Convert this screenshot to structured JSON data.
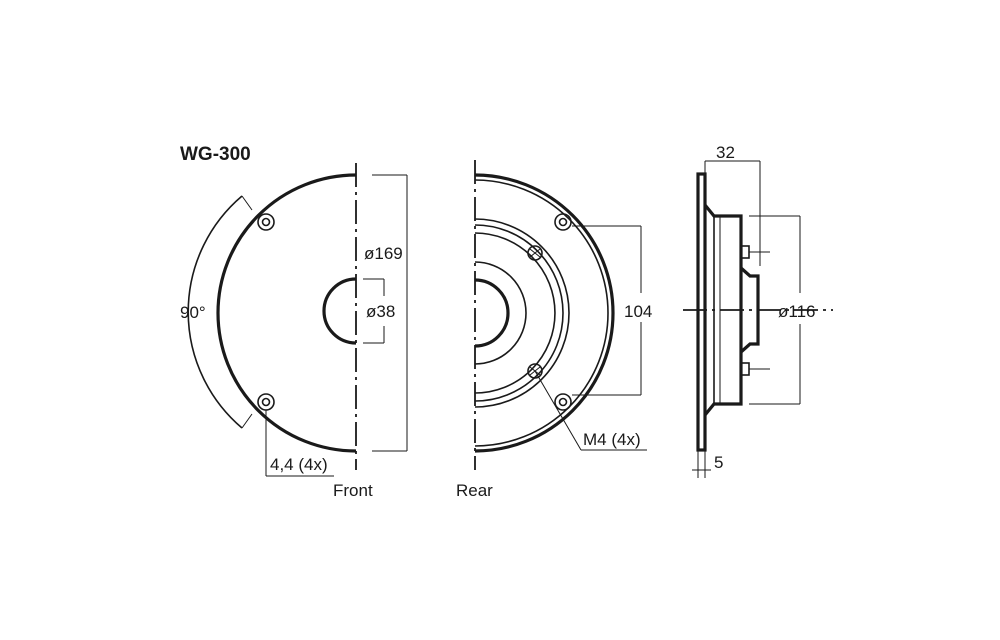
{
  "title": "WG-300",
  "front_view": {
    "label": "Front",
    "diameter": "ø169",
    "bore": "ø38",
    "angle": "90°",
    "holes": "4,4 (4x)"
  },
  "rear_view": {
    "label": "Rear",
    "bolt_spacing": "104",
    "threads": "M4 (4x)"
  },
  "side_view": {
    "depth": "32",
    "diameter": "ø116",
    "flange": "5"
  }
}
